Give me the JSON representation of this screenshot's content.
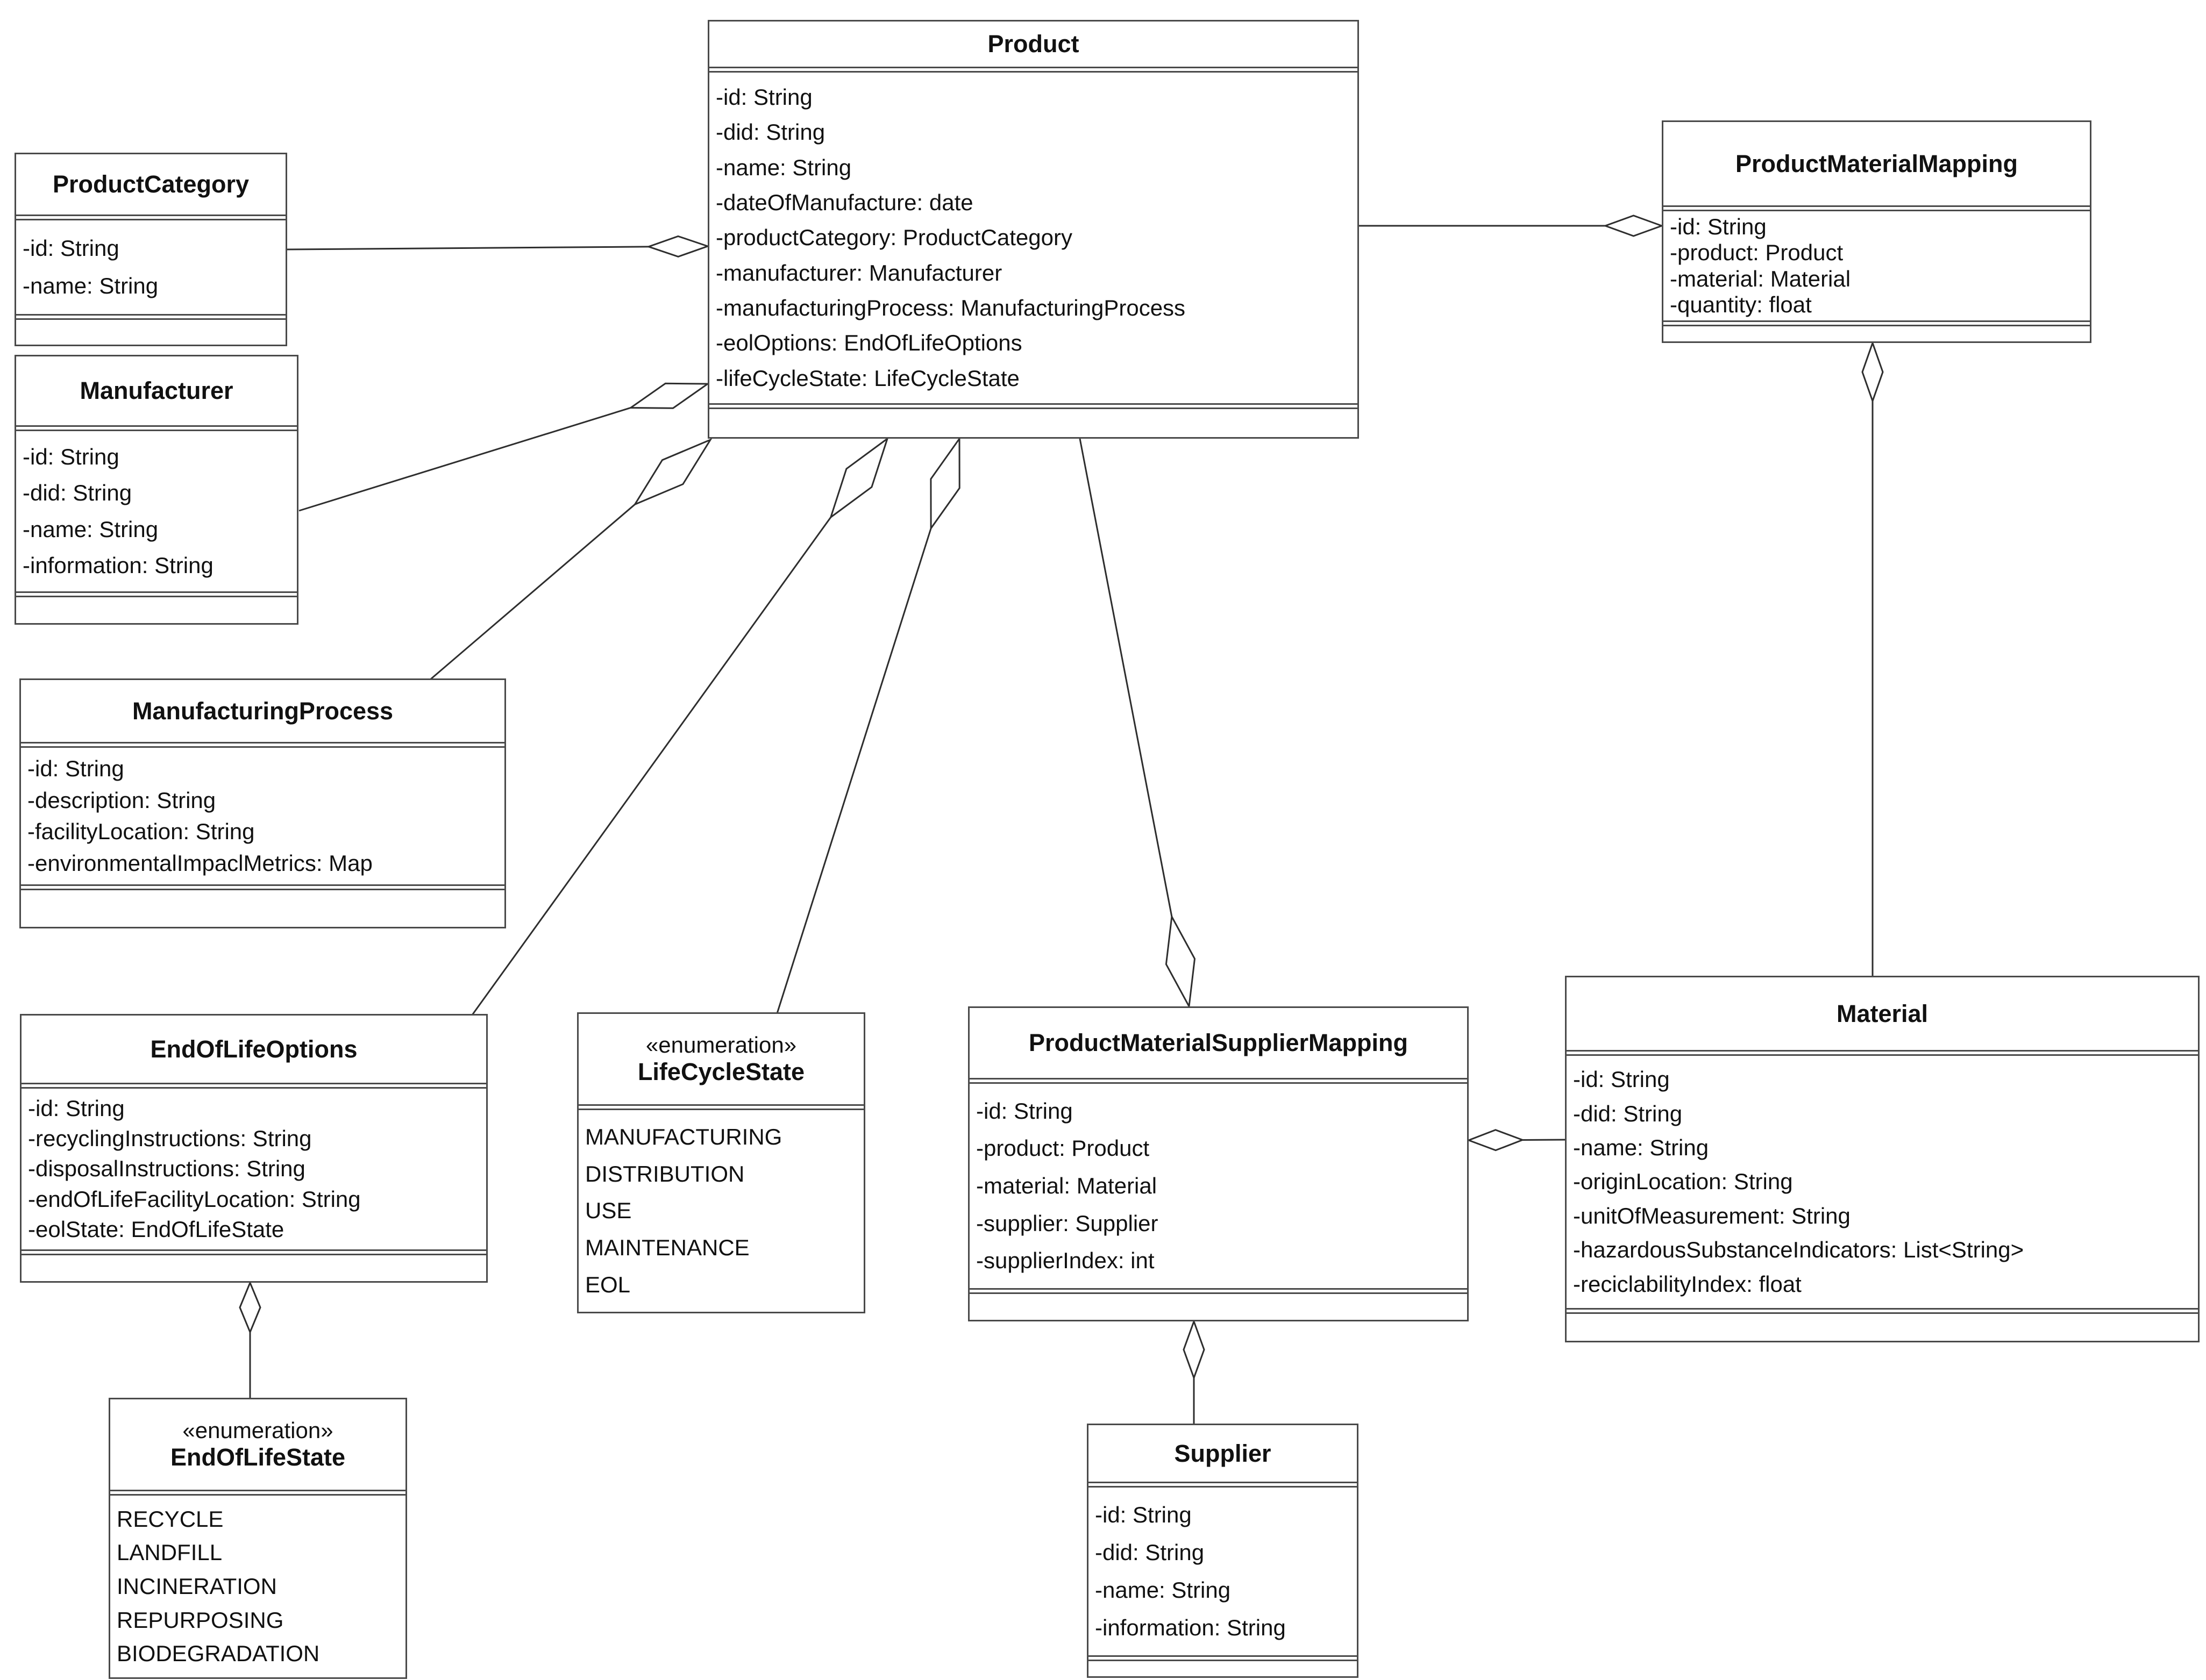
{
  "diagram": {
    "type": "uml-class-diagram",
    "background_color": "#ffffff",
    "box_border_color": "#4a4a4a",
    "connector_color": "#2e2e2e",
    "classes": [
      {
        "id": "Product",
        "name": "Product",
        "attributes": [
          "-id: String",
          "-did: String",
          "-name: String",
          "-dateOfManufacture: date",
          "-productCategory: ProductCategory",
          "-manufacturer: Manufacturer",
          "-manufacturingProcess: ManufacturingProcess",
          "-eolOptions: EndOfLifeOptions",
          "-lifeCycleState: LifeCycleState"
        ]
      },
      {
        "id": "ProductCategory",
        "name": "ProductCategory",
        "attributes": [
          "-id: String",
          "-name: String"
        ]
      },
      {
        "id": "Manufacturer",
        "name": "Manufacturer",
        "attributes": [
          "-id: String",
          "-did: String",
          "-name: String",
          "-information: String"
        ]
      },
      {
        "id": "ManufacturingProcess",
        "name": "ManufacturingProcess",
        "attributes": [
          "-id: String",
          "-description: String",
          "-facilityLocation: String",
          "-environmentalImpaclMetrics: Map"
        ]
      },
      {
        "id": "EndOfLifeOptions",
        "name": "EndOfLifeOptions",
        "attributes": [
          "-id: String",
          "-recyclingInstructions: String",
          "-disposalInstructions: String",
          "-endOfLifeFacilityLocation: String",
          "-eolState: EndOfLifeState"
        ]
      },
      {
        "id": "LifeCycleState",
        "stereotype": "«enumeration»",
        "name": "LifeCycleState",
        "literals": [
          "MANUFACTURING",
          "DISTRIBUTION",
          "USE",
          "MAINTENANCE",
          "EOL"
        ]
      },
      {
        "id": "ProductMaterialSupplierMapping",
        "name": "ProductMaterialSupplierMapping",
        "attributes": [
          "-id: String",
          "-product: Product",
          "-material: Material",
          "-supplier: Supplier",
          "-supplierIndex: int"
        ]
      },
      {
        "id": "Material",
        "name": "Material",
        "attributes": [
          "-id: String",
          "-did: String",
          "-name: String",
          "-originLocation: String",
          "-unitOfMeasurement: String",
          "-hazardousSubstanceIndicators: List<String>",
          "-reciclabilityIndex: float"
        ]
      },
      {
        "id": "ProductMaterialMapping",
        "name": "ProductMaterialMapping",
        "attributes": [
          "-id: String",
          "-product: Product",
          "-material: Material",
          "-quantity: float"
        ]
      },
      {
        "id": "EndOfLifeState",
        "stereotype": "«enumeration»",
        "name": "EndOfLifeState",
        "literals": [
          "RECYCLE",
          "LANDFILL",
          "INCINERATION",
          "REPURPOSING",
          "BIODEGRADATION"
        ]
      },
      {
        "id": "Supplier",
        "name": "Supplier",
        "attributes": [
          "-id: String",
          "-did: String",
          "-name: String",
          "-information: String"
        ]
      }
    ],
    "relationships": [
      {
        "from": "ProductCategory",
        "to": "Product",
        "type": "aggregation",
        "diamond_at": "Product"
      },
      {
        "from": "Manufacturer",
        "to": "Product",
        "type": "aggregation",
        "diamond_at": "Product"
      },
      {
        "from": "ManufacturingProcess",
        "to": "Product",
        "type": "aggregation",
        "diamond_at": "Product"
      },
      {
        "from": "EndOfLifeOptions",
        "to": "Product",
        "type": "aggregation",
        "diamond_at": "Product"
      },
      {
        "from": "LifeCycleState",
        "to": "Product",
        "type": "aggregation",
        "diamond_at": "Product"
      },
      {
        "from": "Product",
        "to": "ProductMaterialSupplierMapping",
        "type": "aggregation",
        "diamond_at": "ProductMaterialSupplierMapping"
      },
      {
        "from": "Product",
        "to": "ProductMaterialMapping",
        "type": "aggregation",
        "diamond_at": "ProductMaterialMapping"
      },
      {
        "from": "Material",
        "to": "ProductMaterialMapping",
        "type": "aggregation",
        "diamond_at": "ProductMaterialMapping"
      },
      {
        "from": "Material",
        "to": "ProductMaterialSupplierMapping",
        "type": "aggregation",
        "diamond_at": "ProductMaterialSupplierMapping"
      },
      {
        "from": "Supplier",
        "to": "ProductMaterialSupplierMapping",
        "type": "aggregation",
        "diamond_at": "ProductMaterialSupplierMapping"
      },
      {
        "from": "EndOfLifeState",
        "to": "EndOfLifeOptions",
        "type": "aggregation",
        "diamond_at": "EndOfLifeOptions"
      }
    ]
  }
}
